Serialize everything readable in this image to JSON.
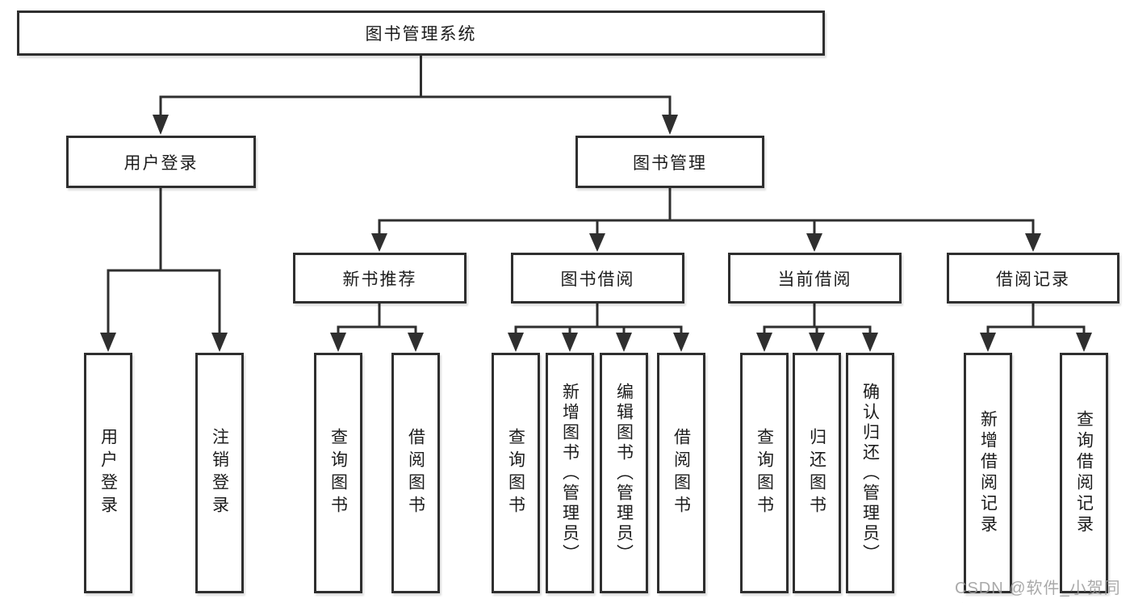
{
  "tree": {
    "root": {
      "label": "图书管理系统",
      "children": [
        {
          "label": "用户登录",
          "children": [
            {
              "label": "用户登录"
            },
            {
              "label": "注销登录"
            }
          ]
        },
        {
          "label": "图书管理",
          "children": [
            {
              "label": "新书推荐",
              "children": [
                {
                  "label": "查询图书"
                },
                {
                  "label": "借阅图书"
                }
              ]
            },
            {
              "label": "图书借阅",
              "children": [
                {
                  "label": "查询图书"
                },
                {
                  "label": "新增图书（管理员）"
                },
                {
                  "label": "编辑图书（管理员）"
                },
                {
                  "label": "借阅图书"
                }
              ]
            },
            {
              "label": "当前借阅",
              "children": [
                {
                  "label": "查询图书"
                },
                {
                  "label": "归还图书"
                },
                {
                  "label": "确认归还（管理员）"
                }
              ]
            },
            {
              "label": "借阅记录",
              "children": [
                {
                  "label": "新增借阅记录"
                },
                {
                  "label": "查询借阅记录"
                }
              ]
            }
          ]
        }
      ]
    },
    "line_color": "#2f2f2f"
  },
  "watermark": {
    "text": "CSDN @软件_小贺同学",
    "color": "#9b9b9b"
  }
}
